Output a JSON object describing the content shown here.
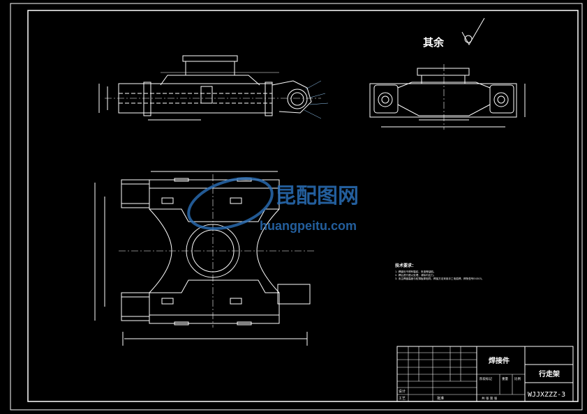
{
  "drawing": {
    "surface_finish_note": "其余",
    "technical_requirements_title": "技术要求：",
    "technical_requirements_lines": [
      "1. 焊缝处不得有裂纹、夹渣等缺陷。",
      "2. 焊后进行退火处理，消除内应力。",
      "3. 未注焊缝高度与较薄板厚相同，焊接方法采用手工电弧焊，焊条型号E4303。"
    ]
  },
  "title_block": {
    "name": "焊接件",
    "part_name": "行走架",
    "drawing_no": "WJJXZZZ-3",
    "row_labels": [
      "设计",
      "工艺"
    ],
    "scale_label": "比例",
    "weight_label": "重量",
    "stage_label": "阶段标记",
    "sheet_label": "共 张 第 张",
    "approve_label": "批准"
  },
  "watermark": {
    "cn": "昆配图网",
    "en": "huangpeitu.com"
  },
  "colors": {
    "background": "#000000",
    "line": "#ffffff",
    "dim": "#9ad0ff",
    "watermark": "#2a6fb8"
  }
}
